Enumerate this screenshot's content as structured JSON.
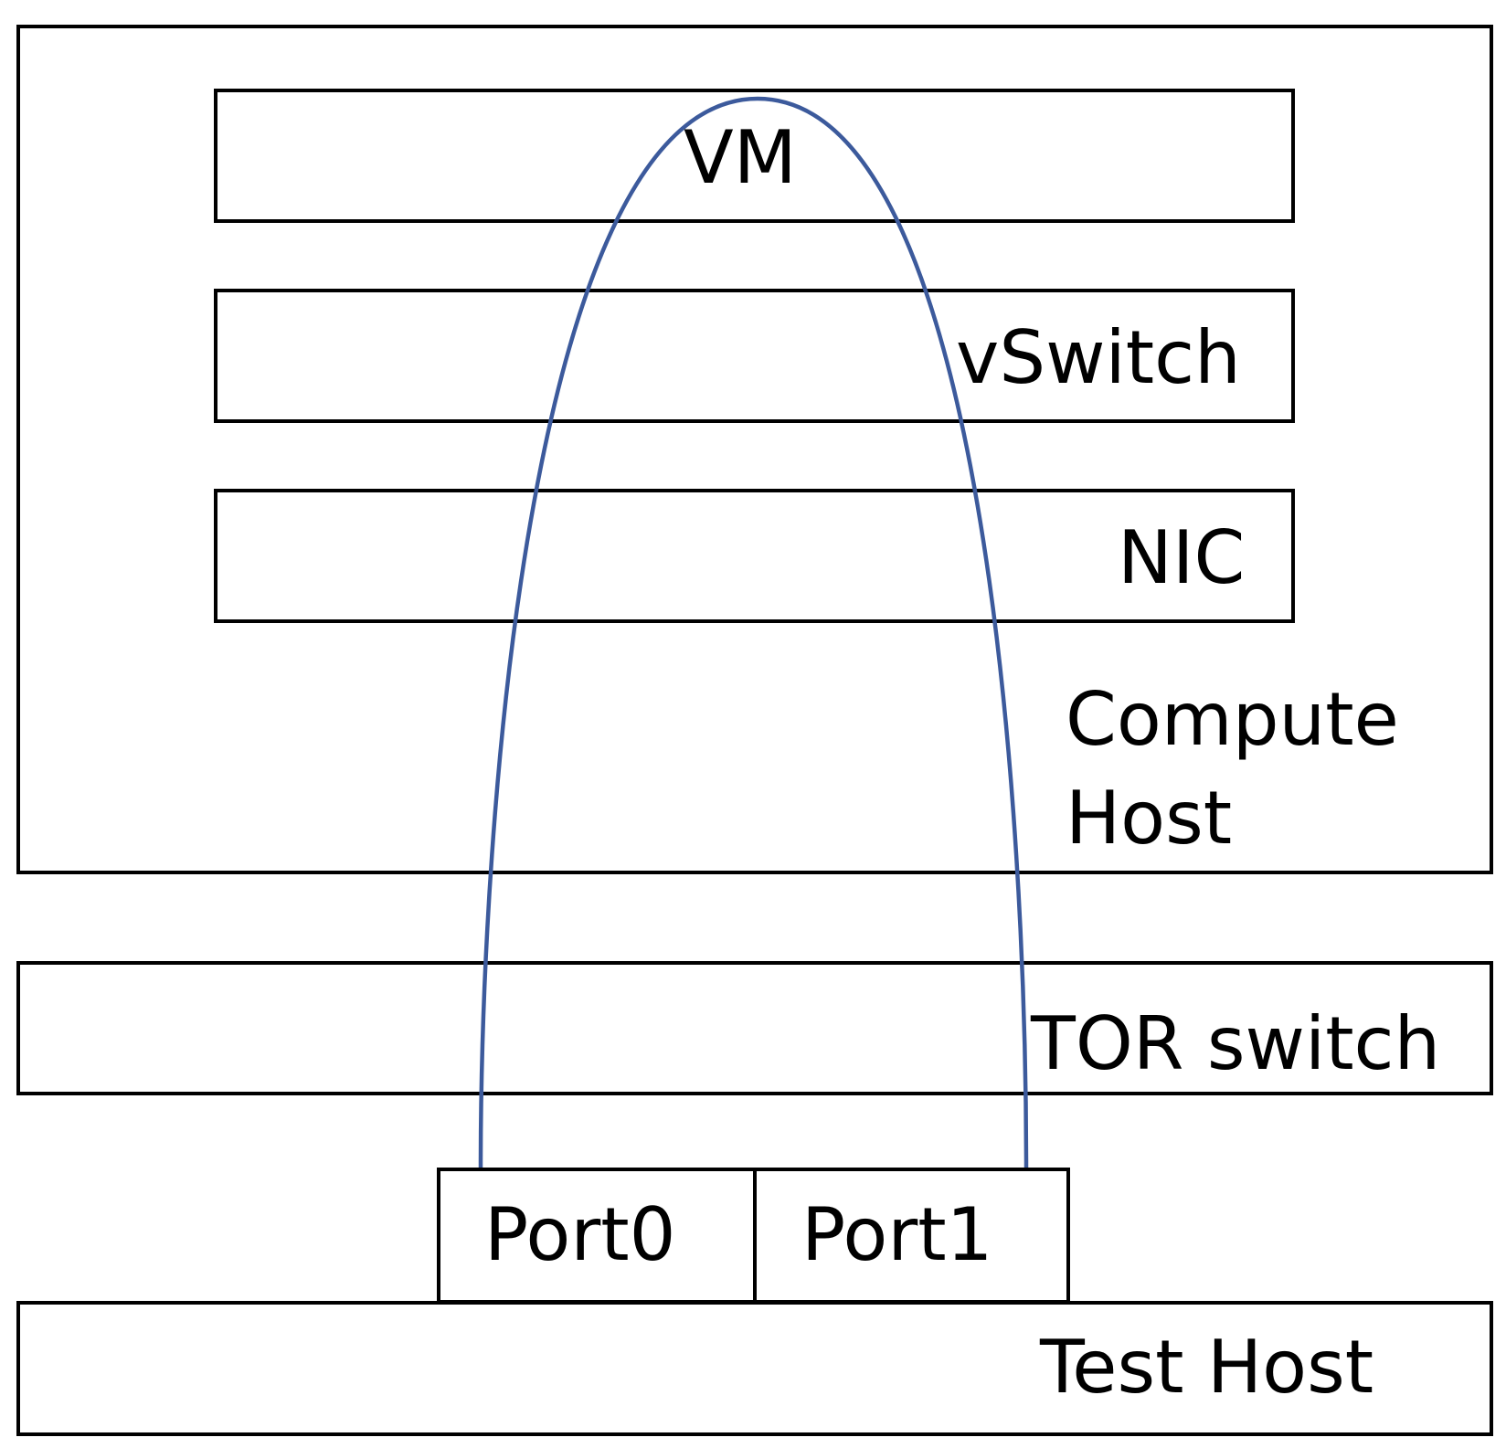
{
  "diagram": {
    "vm_label": "VM",
    "vswitch_label": "vSwitch",
    "nic_label": "NIC",
    "compute_host_label_line1": "Compute",
    "compute_host_label_line2": "Host",
    "tor_switch_label": "TOR switch",
    "port0_label": "Port0",
    "port1_label": "Port1",
    "test_host_label": "Test Host",
    "loop_color": "#3c5a9c",
    "border_color": "#000000"
  }
}
